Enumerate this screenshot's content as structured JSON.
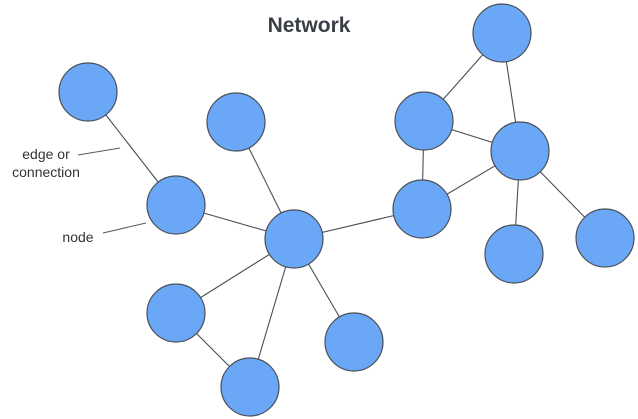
{
  "title": "Network",
  "annotations": {
    "edge_line1": "edge or",
    "edge_line2": "connection",
    "node": "node"
  },
  "colors": {
    "node_fill": "#6aa8f7",
    "node_stroke": "#4a4f57",
    "edge_stroke": "#4a4f57",
    "text": "#333333"
  },
  "graph": {
    "nodes": [
      "n1",
      "n2",
      "n3",
      "n4",
      "n5",
      "n6",
      "n7",
      "n8",
      "n9",
      "n10",
      "n11",
      "n12",
      "n13",
      "n14"
    ],
    "edges": [
      [
        "n1",
        "n2"
      ],
      [
        "n2",
        "n4"
      ],
      [
        "n3",
        "n4"
      ],
      [
        "n4",
        "n5"
      ],
      [
        "n4",
        "n6"
      ],
      [
        "n4",
        "n7"
      ],
      [
        "n5",
        "n6"
      ],
      [
        "n4",
        "n8"
      ],
      [
        "n8",
        "n9"
      ],
      [
        "n9",
        "n10"
      ],
      [
        "n10",
        "n11"
      ],
      [
        "n9",
        "n11"
      ],
      [
        "n8",
        "n11"
      ],
      [
        "n11",
        "n12"
      ],
      [
        "n11",
        "n13"
      ]
    ]
  }
}
